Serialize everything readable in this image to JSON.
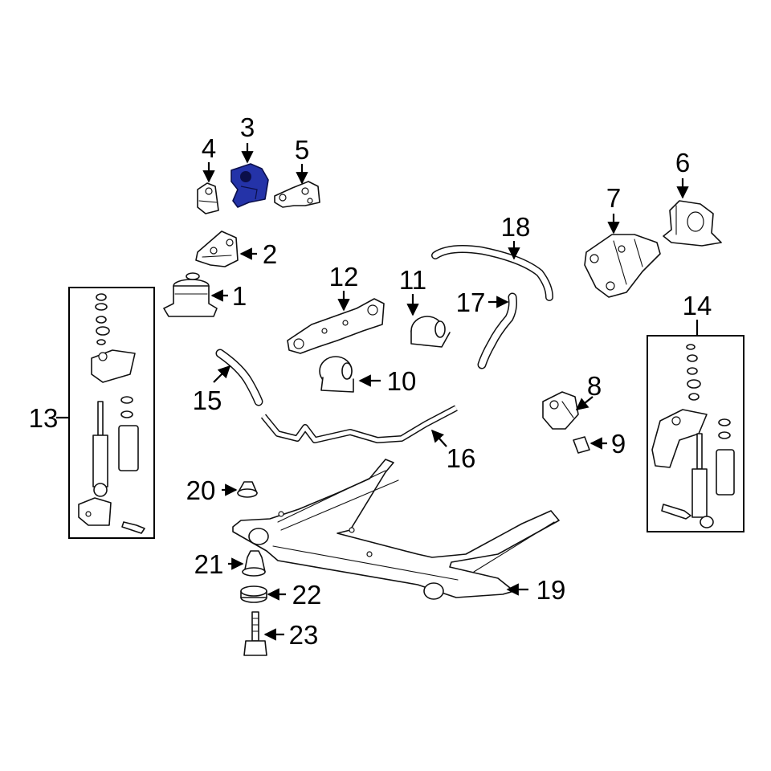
{
  "callouts": {
    "c1": "1",
    "c2": "2",
    "c3": "3",
    "c4": "4",
    "c5": "5",
    "c6": "6",
    "c7": "7",
    "c8": "8",
    "c9": "9",
    "c10": "10",
    "c11": "11",
    "c12": "12",
    "c13": "13",
    "c14": "14",
    "c15": "15",
    "c16": "16",
    "c17": "17",
    "c18": "18",
    "c19": "19",
    "c20": "20",
    "c21": "21",
    "c22": "22",
    "c23": "23"
  },
  "colors": {
    "highlight": "#2433a8",
    "line": "#111111",
    "background": "#ffffff"
  },
  "highlighted_part": "3"
}
